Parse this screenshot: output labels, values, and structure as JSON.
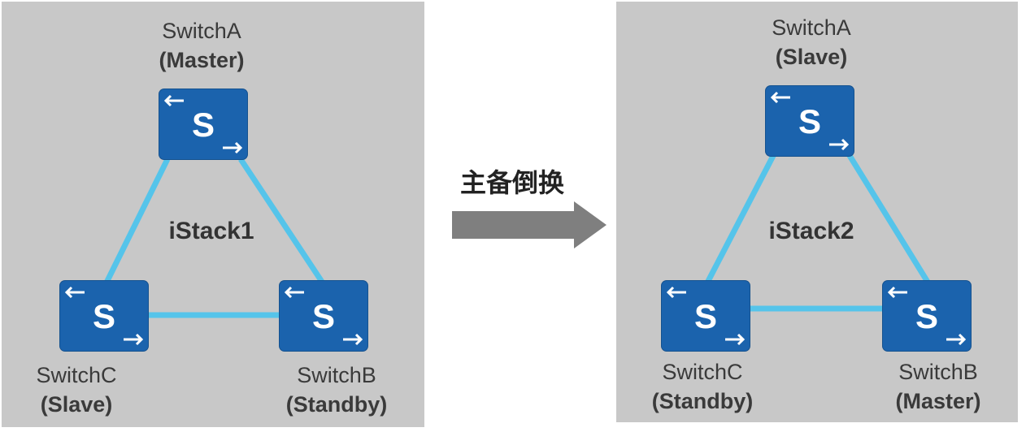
{
  "transition": {
    "label": "主备倒换"
  },
  "colors": {
    "panel": "#c8c8c8",
    "switch": "#1b63ad",
    "link": "#55c4ea",
    "arrow": "#7f7f7f"
  },
  "stacks": [
    {
      "title": "iStack1",
      "switches": {
        "top": {
          "name": "SwitchA",
          "role": "(Master)"
        },
        "right": {
          "name": "SwitchB",
          "role": "(Standby)"
        },
        "left": {
          "name": "SwitchC",
          "role": "(Slave)"
        }
      }
    },
    {
      "title": "iStack2",
      "switches": {
        "top": {
          "name": "SwitchA",
          "role": "(Slave)"
        },
        "right": {
          "name": "SwitchB",
          "role": "(Master)"
        },
        "left": {
          "name": "SwitchC",
          "role": "(Standby)"
        }
      }
    }
  ],
  "icon": {
    "letter": "S"
  }
}
